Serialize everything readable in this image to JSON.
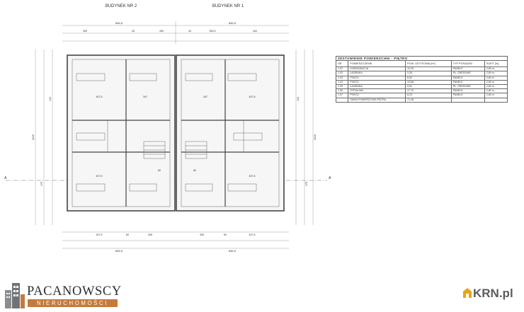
{
  "plan": {
    "building_left": "BUDYNEK NR 2",
    "building_right": "BUDYNEK NR  1",
    "section_mark": "A",
    "dims_top_total": [
      "846,5",
      "846,5"
    ],
    "dims_top_sub": [
      "450",
      "40",
      "450",
      "40",
      "350,5",
      "440"
    ],
    "dims_bottom_total": [
      "846,5",
      "846,5"
    ],
    "dims_bottom_sub": [
      "407,5",
      "60",
      "305",
      "305",
      "60",
      "407,5"
    ],
    "dims_side_left": [
      "1115",
      "475",
      "443"
    ],
    "dims_side_right": [
      "1115",
      "475",
      "443"
    ],
    "room_dims": [
      "407,5",
      "407,5",
      "407,5",
      "407,5",
      "347",
      "347",
      "60",
      "60"
    ]
  },
  "table": {
    "title": "ZESTAWIENIE POWIERZCHNI - PIĘTRO",
    "headers": [
      "NR",
      "POMIESZCZENIE",
      "POW. UŻYTKOWA [m²]",
      "TYP POSADZKI",
      "SUFIT [m]"
    ],
    "rows": [
      [
        "1.01",
        "KOMUNIKACJA",
        "10,39",
        "PANELE",
        "2,80 m"
      ],
      [
        "1.02",
        "ŁAZIENKA",
        "3,35",
        "PŁ. GRESOWE",
        "2,80 m"
      ],
      [
        "1.03",
        "POKÓJ",
        "8,52",
        "PANELE",
        "2,80 m"
      ],
      [
        "1.04",
        "POKÓJ",
        "13,68",
        "PANELE",
        "2,80 m"
      ],
      [
        "1.05",
        "ŁAZIENKA",
        "9,51",
        "PŁ. GRESOWE",
        "2,80 m"
      ],
      [
        "1.06",
        "SYPIALNIA",
        "17,70",
        "PANELE",
        "2,80 m"
      ],
      [
        "1.07",
        "POKÓJ",
        "8,23",
        "PANELE",
        "2,80 m"
      ]
    ],
    "sum_label": "SUMA POWIERZCHNI PIĘTRA",
    "sum_value": "71,48"
  },
  "branding": {
    "agency_name": "PACANOWSCY",
    "agency_sub": "NIERUCHOMOŚCI",
    "portal": "KRN.pl",
    "accent": "#c47a3c",
    "portal_accent": "#e8a317"
  }
}
